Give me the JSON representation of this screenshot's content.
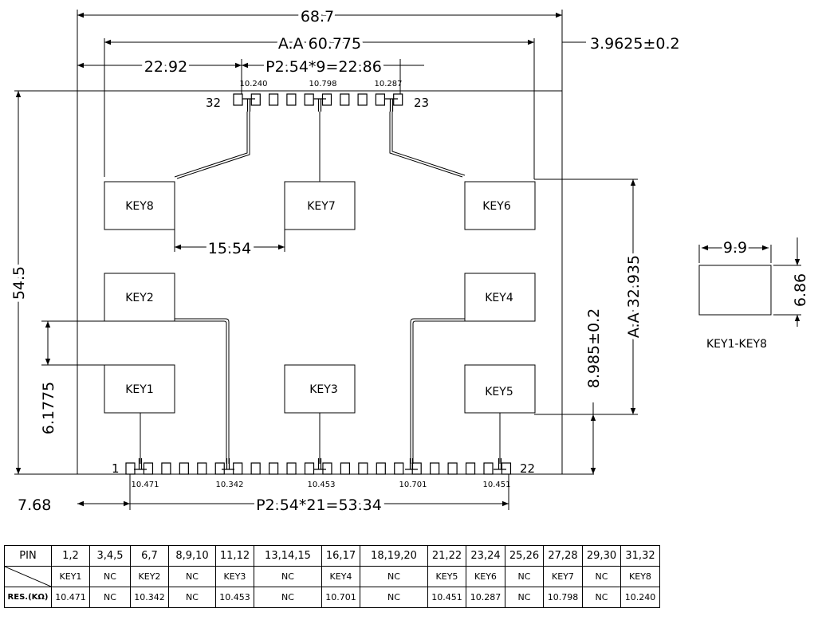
{
  "dimensions": {
    "overall_width": "68.7",
    "active_area_width": "A.A 60.775",
    "right_offset": "3.9625±0.2",
    "left_offset": "22.92",
    "top_pitch": "P2.54*9=22.86",
    "height": "54.5",
    "key_gap": "15.54",
    "left_key_offset": "6.1775",
    "active_area_height": "A.A 32.935",
    "bottom_offset": "8.985±0.2",
    "bottom_left_offset": "7.68",
    "bottom_pitch": "P2.54*21=53.34"
  },
  "keys": {
    "key1": "KEY1",
    "key2": "KEY2",
    "key3": "KEY3",
    "key4": "KEY4",
    "key5": "KEY5",
    "key6": "KEY6",
    "key7": "KEY7",
    "key8": "KEY8"
  },
  "resistors": {
    "top_left": "10.240",
    "top_mid": "10.798",
    "top_right": "10.287",
    "bot1": "10.471",
    "bot2": "10.342",
    "bot3": "10.453",
    "bot4": "10.701",
    "bot5": "10.451"
  },
  "pins": {
    "top_left": "32",
    "top_right": "23",
    "bottom_left": "1",
    "bottom_right": "22"
  },
  "key_detail": {
    "width": "9.9",
    "height": "6.86",
    "caption": "KEY1-KEY8"
  },
  "table": {
    "pin_label": "PIN",
    "res_label": "RES.(KΩ)",
    "columns": [
      {
        "pin": "1,2",
        "key": "KEY1",
        "res": "10.471"
      },
      {
        "pin": "3,4,5",
        "key": "NC",
        "res": "NC"
      },
      {
        "pin": "6,7",
        "key": "KEY2",
        "res": "10.342"
      },
      {
        "pin": "8,9,10",
        "key": "NC",
        "res": "NC"
      },
      {
        "pin": "11,12",
        "key": "KEY3",
        "res": "10.453"
      },
      {
        "pin": "13,14,15",
        "key": "NC",
        "res": "NC"
      },
      {
        "pin": "16,17",
        "key": "KEY4",
        "res": "10.701"
      },
      {
        "pin": "18,19,20",
        "key": "NC",
        "res": "NC"
      },
      {
        "pin": "21,22",
        "key": "KEY5",
        "res": "10.451"
      },
      {
        "pin": "23,24",
        "key": "KEY6",
        "res": "10.287"
      },
      {
        "pin": "25,26",
        "key": "NC",
        "res": "NC"
      },
      {
        "pin": "27,28",
        "key": "KEY7",
        "res": "10.798"
      },
      {
        "pin": "29,30",
        "key": "NC",
        "res": "NC"
      },
      {
        "pin": "31,32",
        "key": "KEY8",
        "res": "10.240"
      }
    ]
  }
}
